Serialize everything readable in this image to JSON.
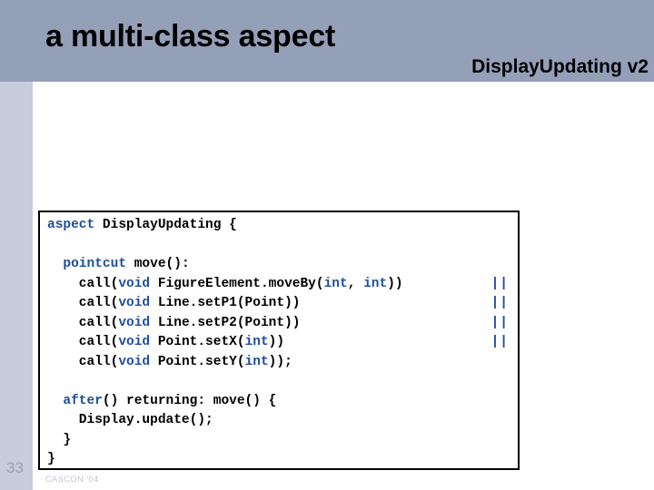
{
  "slide": {
    "title": "a multi-class aspect",
    "subtitle": "DisplayUpdating v2",
    "number": "33",
    "footer": "CASCON '04",
    "colors": {
      "header_band": "#949FB8",
      "side_strip": "#C7CDDC",
      "keyword_blue": "#1F4E9C",
      "code_text": "#000000",
      "slide_number": "#9AA2B4",
      "footer_text": "#C0C4D0",
      "code_border": "#000000",
      "code_background": "#FFFFFF"
    }
  },
  "code": {
    "language": "AspectJ",
    "lines": [
      {
        "id": "line-1",
        "segments": [
          {
            "text": "aspect ",
            "kind": "keyword"
          },
          {
            "text": "DisplayUpdating {",
            "kind": "plain"
          }
        ],
        "trailing_operator": ""
      },
      {
        "id": "line-2",
        "segments": [],
        "trailing_operator": ""
      },
      {
        "id": "line-3",
        "segments": [
          {
            "text": "  ",
            "kind": "plain"
          },
          {
            "text": "pointcut ",
            "kind": "keyword"
          },
          {
            "text": "move():",
            "kind": "plain"
          }
        ],
        "trailing_operator": ""
      },
      {
        "id": "line-4",
        "segments": [
          {
            "text": "    call(",
            "kind": "plain"
          },
          {
            "text": "void",
            "kind": "keyword"
          },
          {
            "text": " FigureElement.moveBy(",
            "kind": "plain"
          },
          {
            "text": "int",
            "kind": "keyword"
          },
          {
            "text": ", ",
            "kind": "plain"
          },
          {
            "text": "int",
            "kind": "keyword"
          },
          {
            "text": "))",
            "kind": "plain"
          }
        ],
        "trailing_operator": "||"
      },
      {
        "id": "line-5",
        "segments": [
          {
            "text": "    call(",
            "kind": "plain"
          },
          {
            "text": "void",
            "kind": "keyword"
          },
          {
            "text": " Line.setP1(Point))",
            "kind": "plain"
          }
        ],
        "trailing_operator": "||"
      },
      {
        "id": "line-6",
        "segments": [
          {
            "text": "    call(",
            "kind": "plain"
          },
          {
            "text": "void",
            "kind": "keyword"
          },
          {
            "text": " Line.setP2(Point))",
            "kind": "plain"
          }
        ],
        "trailing_operator": "||"
      },
      {
        "id": "line-7",
        "segments": [
          {
            "text": "    call(",
            "kind": "plain"
          },
          {
            "text": "void",
            "kind": "keyword"
          },
          {
            "text": " Point.setX(",
            "kind": "plain"
          },
          {
            "text": "int",
            "kind": "keyword"
          },
          {
            "text": "))",
            "kind": "plain"
          }
        ],
        "trailing_operator": "||"
      },
      {
        "id": "line-8",
        "segments": [
          {
            "text": "    call(",
            "kind": "plain"
          },
          {
            "text": "void",
            "kind": "keyword"
          },
          {
            "text": " Point.setY(",
            "kind": "plain"
          },
          {
            "text": "int",
            "kind": "keyword"
          },
          {
            "text": "));",
            "kind": "plain"
          }
        ],
        "trailing_operator": ""
      },
      {
        "id": "line-9",
        "segments": [],
        "trailing_operator": ""
      },
      {
        "id": "line-10",
        "segments": [
          {
            "text": "  ",
            "kind": "plain"
          },
          {
            "text": "after",
            "kind": "keyword"
          },
          {
            "text": "() returning: move() {",
            "kind": "plain"
          }
        ],
        "trailing_operator": ""
      },
      {
        "id": "line-11",
        "segments": [
          {
            "text": "    Display.update();",
            "kind": "plain"
          }
        ],
        "trailing_operator": ""
      },
      {
        "id": "line-12",
        "segments": [
          {
            "text": "  }",
            "kind": "plain"
          }
        ],
        "trailing_operator": ""
      },
      {
        "id": "line-13",
        "segments": [
          {
            "text": "}",
            "kind": "plain"
          }
        ],
        "trailing_operator": ""
      }
    ]
  }
}
